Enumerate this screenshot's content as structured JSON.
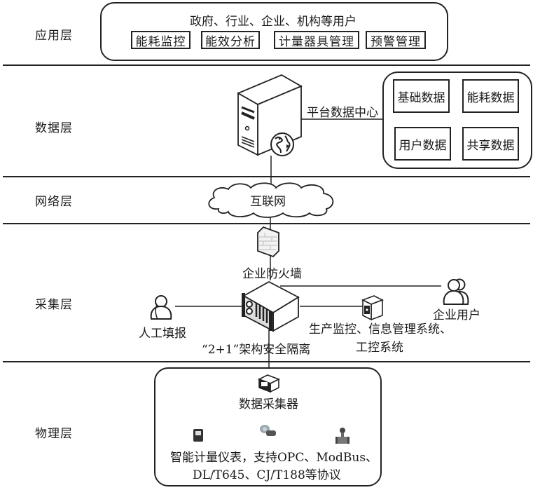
{
  "layers": [
    {
      "id": "application",
      "label": "应用层"
    },
    {
      "id": "data",
      "label": "数据层"
    },
    {
      "id": "network",
      "label": "网络层"
    },
    {
      "id": "acquisition",
      "label": "采集层"
    },
    {
      "id": "physical",
      "label": "物理层"
    }
  ],
  "application": {
    "users": "政府、行业、企业、机构等用户",
    "modules": [
      "能耗监控",
      "能效分析",
      "计量器具管理",
      "预警管理"
    ]
  },
  "data_layer": {
    "server_label": "平台数据中心",
    "databases": [
      "基础数据",
      "能耗数据",
      "用户数据",
      "共享数据"
    ],
    "icons": {
      "server": "server-tower-icon",
      "globe": "globe-icon"
    }
  },
  "network_layer": {
    "cloud_label": "互联网",
    "icon": "cloud-icon"
  },
  "acquisition_layer": {
    "firewall_label": "企业防火墙",
    "manual_label": "人工填报",
    "isolation_label": "“2+1”架构安全隔离",
    "systems_label_line1": "生产监控、信息管理系统、",
    "systems_label_line2": "工控系统",
    "enterprise_user_label": "企业用户",
    "icons": {
      "firewall": "firewall-icon",
      "isolation": "rack-server-icon",
      "manual": "user-icon",
      "enterprise": "users-icon",
      "systems": "workstation-icon"
    }
  },
  "physical_layer": {
    "collector_label": "数据采集器",
    "meters_line1": "智能计量仪表，支持OPC、ModBus、",
    "meters_line2": "DL/T645、CJ/T188等协议",
    "icons": {
      "collector": "data-collector-icon",
      "meters": [
        "electric-meter-icon",
        "water-meter-icon",
        "flow-meter-icon"
      ]
    }
  }
}
